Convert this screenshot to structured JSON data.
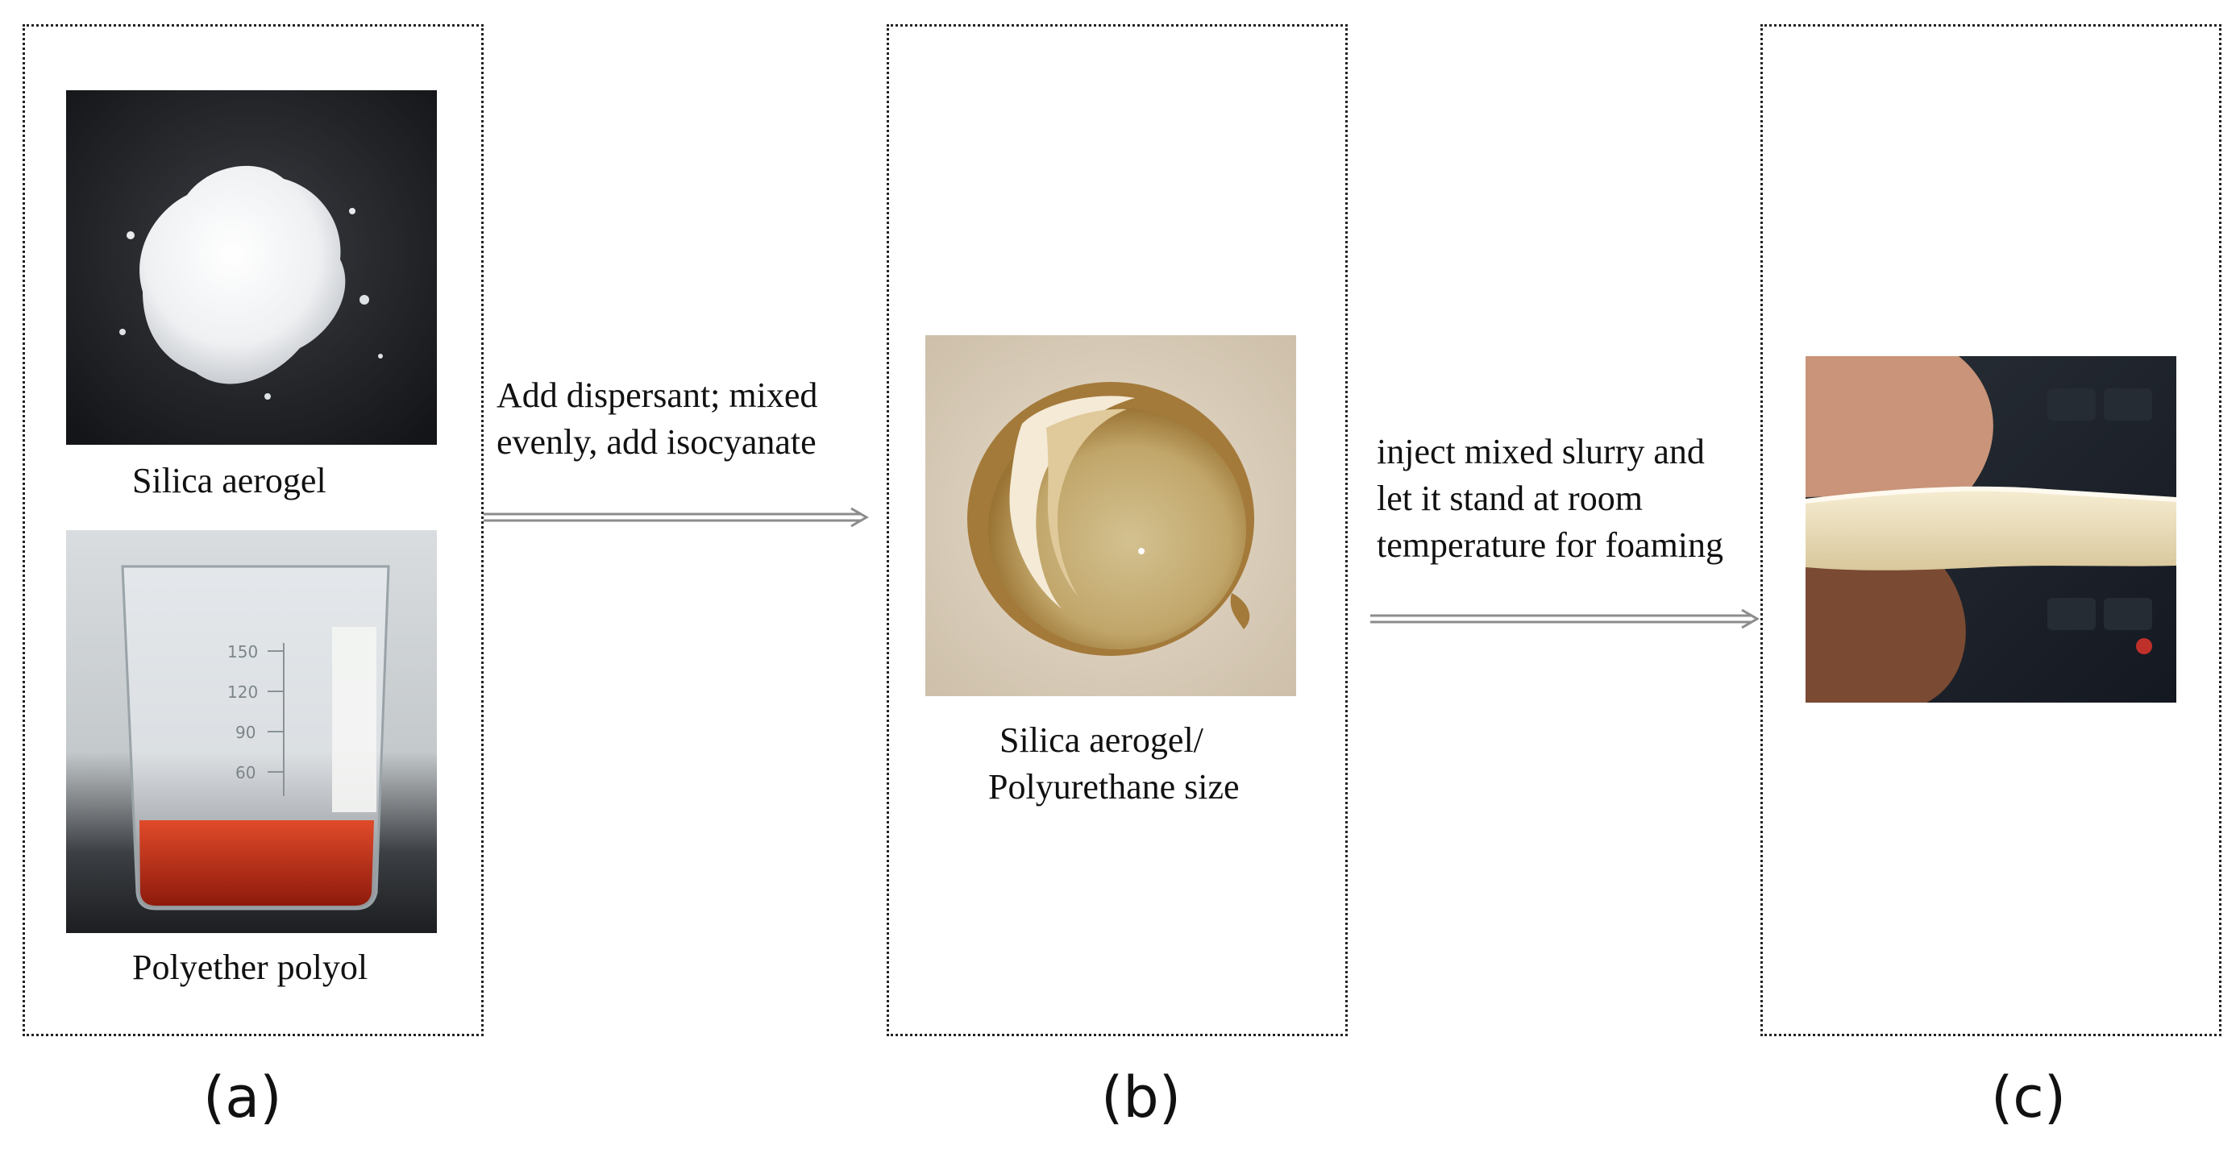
{
  "panels": [
    {
      "label": "(a)",
      "captions": [
        "Silica  aerogel",
        "Polyether polyol"
      ],
      "photos": [
        "silica-aerogel-powder-photo",
        "polyether-polyol-beaker-photo"
      ]
    },
    {
      "label": "(b)",
      "captions": [
        "Silica  aerogel/",
        "Polyurethane size"
      ],
      "photos": [
        "slurry-dish-photo"
      ]
    },
    {
      "label": "(c)",
      "captions": [],
      "photos": [
        "foam-sample-photo"
      ]
    }
  ],
  "steps": [
    {
      "lines": [
        "Add dispersant; mixed",
        "evenly,  add isocyanate"
      ]
    },
    {
      "lines": [
        "inject mixed slurry and",
        "let it stand at room",
        "temperature for foaming"
      ]
    }
  ],
  "beaker_marks": [
    "150",
    "120",
    "90",
    "60"
  ],
  "colors": {
    "panel_border": "#222222",
    "arrow": "#8c8c8c",
    "polyol": "#b3220f",
    "slurry": "#b08a4a",
    "foam": "#efe3c2"
  }
}
